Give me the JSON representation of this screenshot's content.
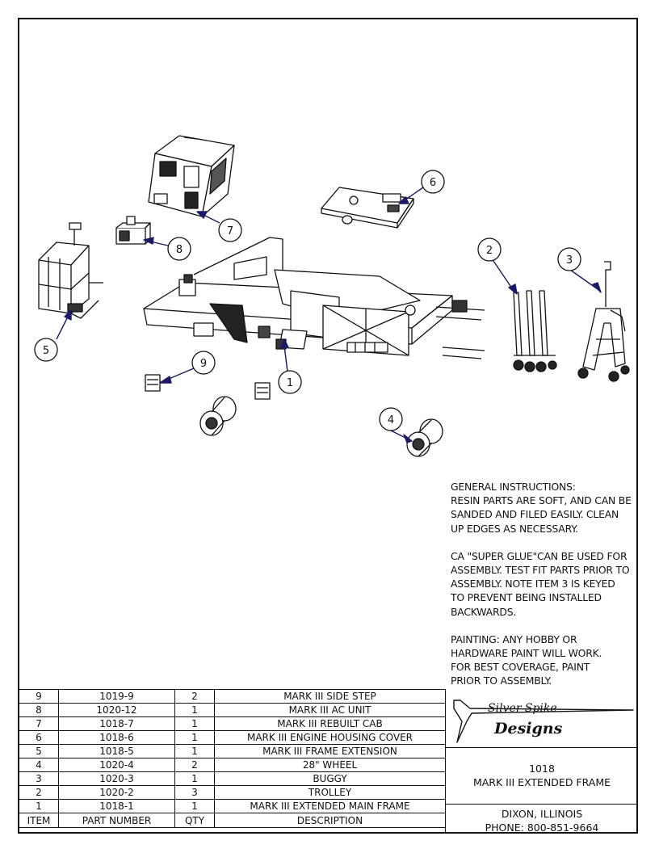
{
  "instructions": {
    "lines": [
      "GENERAL INSTRUCTIONS:",
      "RESIN PARTS ARE SOFT, AND CAN BE",
      "SANDED AND FILED EASILY.  CLEAN",
      "UP EDGES AS NECESSARY.",
      "",
      "CA \"SUPER GLUE\"CAN BE USED FOR",
      "ASSEMBLY. TEST FIT PARTS PRIOR TO",
      "ASSEMBLY.  NOTE ITEM 3 IS KEYED",
      "TO PREVENT BEING INSTALLED",
      "BACKWARDS.",
      "",
      "PAINTING:  ANY HOBBY OR",
      "HARDWARE PAINT WILL WORK.",
      "FOR BEST COVERAGE, PAINT",
      "PRIOR TO ASSEMBLY."
    ]
  },
  "bom": {
    "headers": {
      "item": "ITEM",
      "part": "PART NUMBER",
      "qty": "QTY",
      "desc": "DESCRIPTION"
    },
    "rows": [
      {
        "item": "9",
        "part": "1019-9",
        "qty": "2",
        "desc": "MARK III SIDE STEP"
      },
      {
        "item": "8",
        "part": "1020-12",
        "qty": "1",
        "desc": "MARK III AC UNIT"
      },
      {
        "item": "7",
        "part": "1018-7",
        "qty": "1",
        "desc": "MARK III REBUILT CAB"
      },
      {
        "item": "6",
        "part": "1018-6",
        "qty": "1",
        "desc": "MARK III ENGINE HOUSING COVER"
      },
      {
        "item": "5",
        "part": "1018-5",
        "qty": "1",
        "desc": "MARK III FRAME EXTENSION"
      },
      {
        "item": "4",
        "part": "1020-4",
        "qty": "2",
        "desc": "28\" WHEEL"
      },
      {
        "item": "3",
        "part": "1020-3",
        "qty": "1",
        "desc": "BUGGY"
      },
      {
        "item": "2",
        "part": "1020-2",
        "qty": "3",
        "desc": "TROLLEY"
      },
      {
        "item": "1",
        "part": "1018-1",
        "qty": "1",
        "desc": "MARK III EXTENDED MAIN FRAME"
      }
    ]
  },
  "titleblock": {
    "logo_top": "Silver Spike",
    "logo_bottom": "Designs",
    "drawing_number": "1018",
    "drawing_title": "MARK III EXTENDED FRAME",
    "city": "DIXON, ILLINOIS",
    "phone": "PHONE: 800-851-9664"
  },
  "balloons": [
    "1",
    "2",
    "3",
    "4",
    "5",
    "6",
    "7",
    "8",
    "9"
  ]
}
